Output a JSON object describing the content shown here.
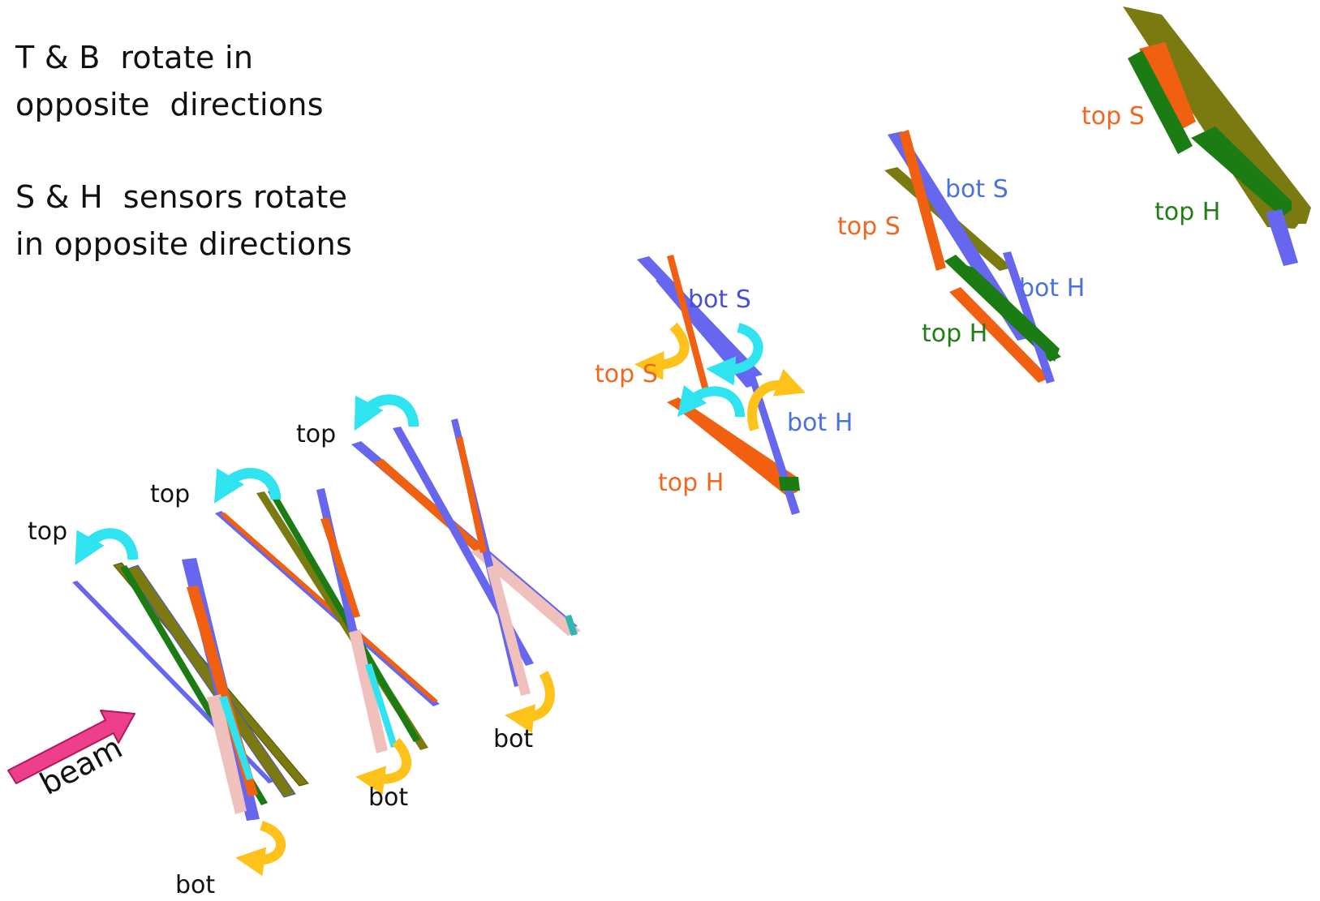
{
  "notes": {
    "line1": "T & B  rotate in",
    "line2": "opposite  directions",
    "line3": "S & H  sensors rotate",
    "line4": "in opposite directions"
  },
  "labels": {
    "top_1": "top",
    "top_2": "top",
    "top_3": "top",
    "bot_1": "bot",
    "bot_2": "bot",
    "bot_3": "bot",
    "beam": "beam",
    "m4_bot_s": "bot S",
    "m4_top_s": "top S",
    "m4_bot_h": "bot H",
    "m4_top_h": "top H",
    "m5_bot_s": "bot S",
    "m5_top_s": "top S",
    "m5_bot_h": "bot H",
    "m5_top_h": "top H",
    "m6_top_s": "top S",
    "m6_top_h": "top H"
  },
  "colors": {
    "rotation_top_arrow": "#2fe3f0",
    "rotation_bottom_arrow": "#ffc21a",
    "beam_arrow": "#ee3f8c",
    "sensor_blue": "#6666ee",
    "sensor_orange": "#f06010",
    "sensor_olive": "#7a7a10",
    "sensor_green": "#1c7c14",
    "sensor_pink": "#efc0bc",
    "label_orange": "#f0681f",
    "label_blue": "#4a72dd",
    "label_green": "#1f7f14"
  },
  "icons": {
    "top_rotation": "curved-arrow-left-icon",
    "bottom_rotation": "curved-arrow-down-icon",
    "beam": "beam-arrow-icon"
  }
}
